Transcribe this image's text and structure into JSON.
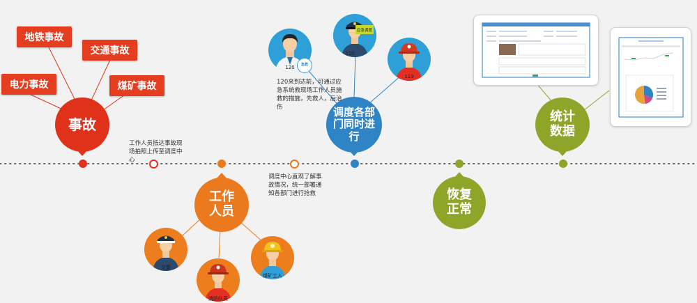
{
  "nodes": {
    "accident": "事故",
    "staff": "工作人员",
    "dispatch": "调度各部门同时进行",
    "recover": "恢复正常",
    "stats": "统计数据"
  },
  "tags": {
    "subway": "地铁事故",
    "traffic": "交通事故",
    "power": "电力事故",
    "coal": "煤矿事故"
  },
  "notes": {
    "staff_arrive": "工作人员抵达事故现场拍照上传至调度中心",
    "dispatch_center": "调度中心直观了解事故情况，统一部署通知各部门进行抢救",
    "ambulance": "120来到达前，可通过应急系统救现场工作人员施救的措施，先救人，后治伤"
  },
  "avatars": {
    "doctor_num": "120",
    "doctor_badge": "急救",
    "police_num": "110",
    "police_badge": "应急调度",
    "fire_num": "119",
    "traffic_police": "交警",
    "firefighter": "消防队员",
    "coal_worker": "煤矿工人"
  },
  "colors": {
    "red": "#e0321b",
    "orange": "#ea7a1d",
    "blue": "#2f84c6",
    "olive": "#8fa52a",
    "avatar_blue": "#2f9fd8",
    "avatar_orange": "#ee7d1e"
  }
}
